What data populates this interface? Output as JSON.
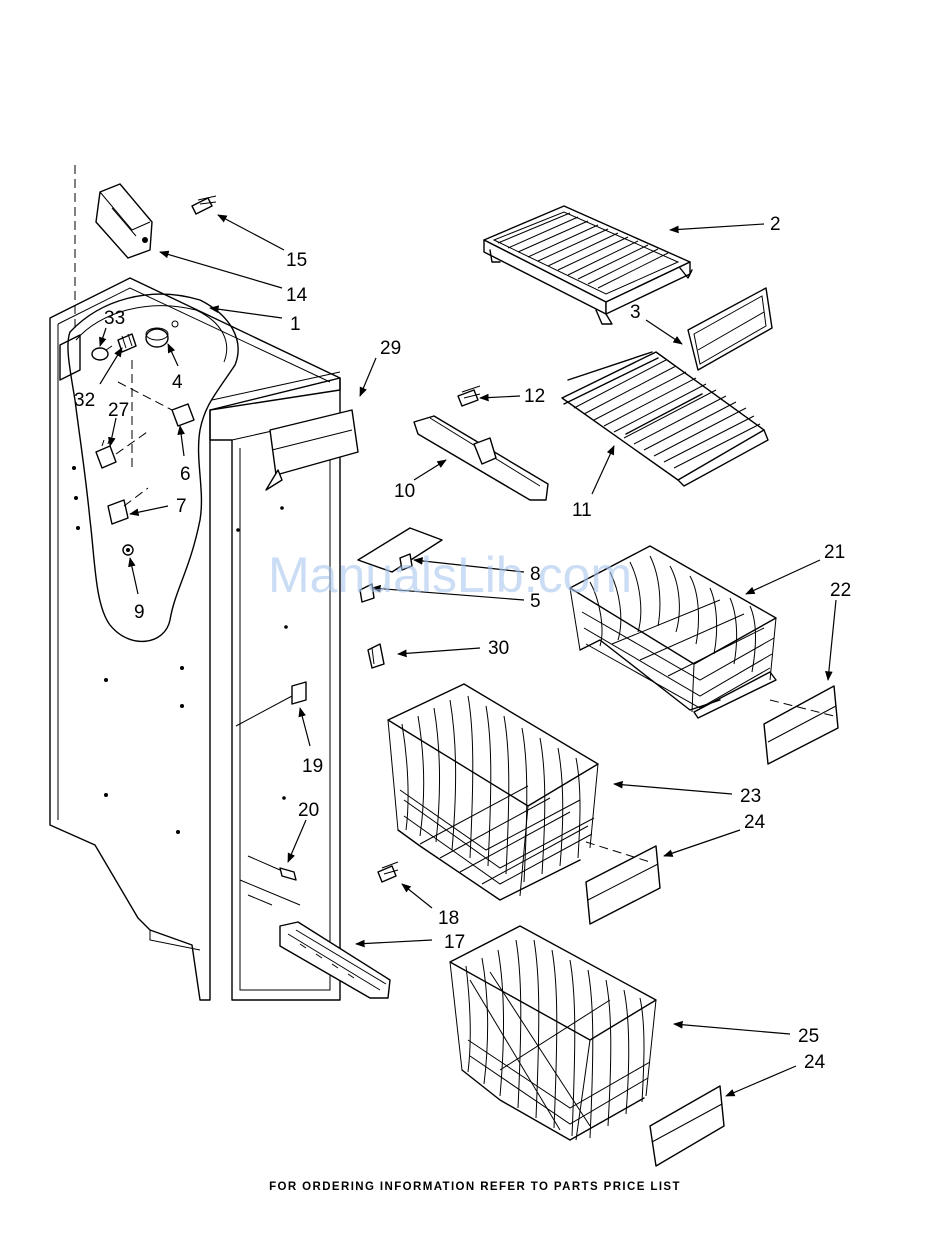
{
  "watermark": "ManualsLib.com",
  "footer": "FOR ORDERING INFORMATION REFER TO PARTS PRICE LIST",
  "callouts": {
    "c1": "1",
    "c2": "2",
    "c3": "3",
    "c4": "4",
    "c5": "5",
    "c6": "6",
    "c7": "7",
    "c8": "8",
    "c9": "9",
    "c10": "10",
    "c11": "11",
    "c12": "12",
    "c14": "14",
    "c15": "15",
    "c17": "17",
    "c18": "18",
    "c19": "19",
    "c20": "20",
    "c21": "21",
    "c22": "22",
    "c23": "23",
    "c24a": "24",
    "c24b": "24",
    "c25": "25",
    "c27": "27",
    "c29": "29",
    "c30": "30",
    "c32": "32",
    "c33": "33"
  }
}
